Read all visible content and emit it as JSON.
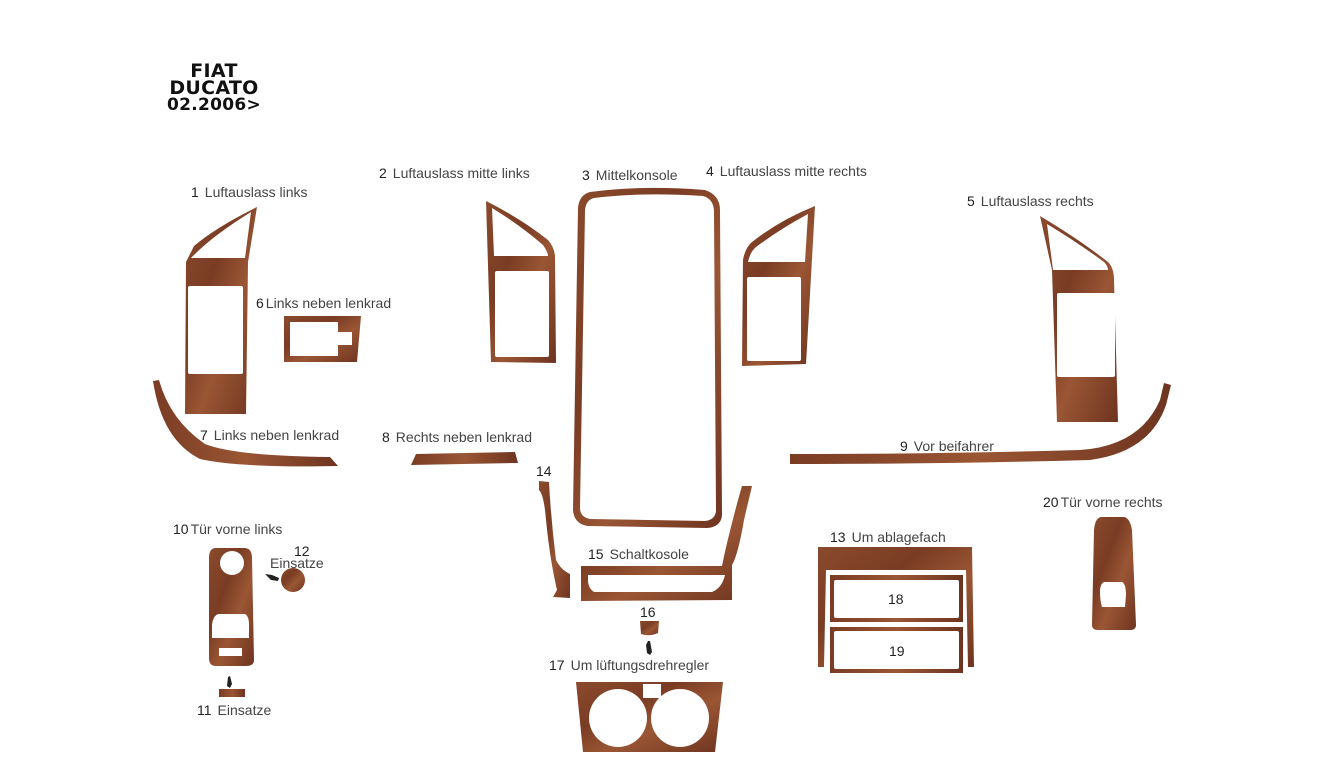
{
  "header": {
    "make": "FIAT",
    "model": "DUCATO",
    "year": "02.2006>"
  },
  "colors": {
    "wood_dark": "#6e3420",
    "wood_mid": "#8a4a2c",
    "wood_light": "#a5643f",
    "text": "#444444",
    "background": "#ffffff"
  },
  "parts": [
    {
      "num": "1",
      "name": "Luftauslass links"
    },
    {
      "num": "2",
      "name": "Luftauslass mitte links"
    },
    {
      "num": "3",
      "name": "Mittelkonsole"
    },
    {
      "num": "4",
      "name": "Luftauslass mitte rechts"
    },
    {
      "num": "5",
      "name": "Luftauslass rechts"
    },
    {
      "num": "6",
      "name": "Links neben lenkrad"
    },
    {
      "num": "7",
      "name": "Links neben lenkrad"
    },
    {
      "num": "8",
      "name": "Rechts neben lenkrad"
    },
    {
      "num": "9",
      "name": "Vor beifahrer"
    },
    {
      "num": "10",
      "name": "Tür vorne links"
    },
    {
      "num": "11",
      "name": "Einsatze"
    },
    {
      "num": "12",
      "name": "Einsatze"
    },
    {
      "num": "13",
      "name": "Um ablagefach"
    },
    {
      "num": "14",
      "name": ""
    },
    {
      "num": "15",
      "name": "Schaltkosole"
    },
    {
      "num": "16",
      "name": ""
    },
    {
      "num": "17",
      "name": "Um lüftungsdrehregler"
    },
    {
      "num": "18",
      "name": ""
    },
    {
      "num": "19",
      "name": ""
    },
    {
      "num": "20",
      "name": "Tür vorne rechts"
    }
  ]
}
